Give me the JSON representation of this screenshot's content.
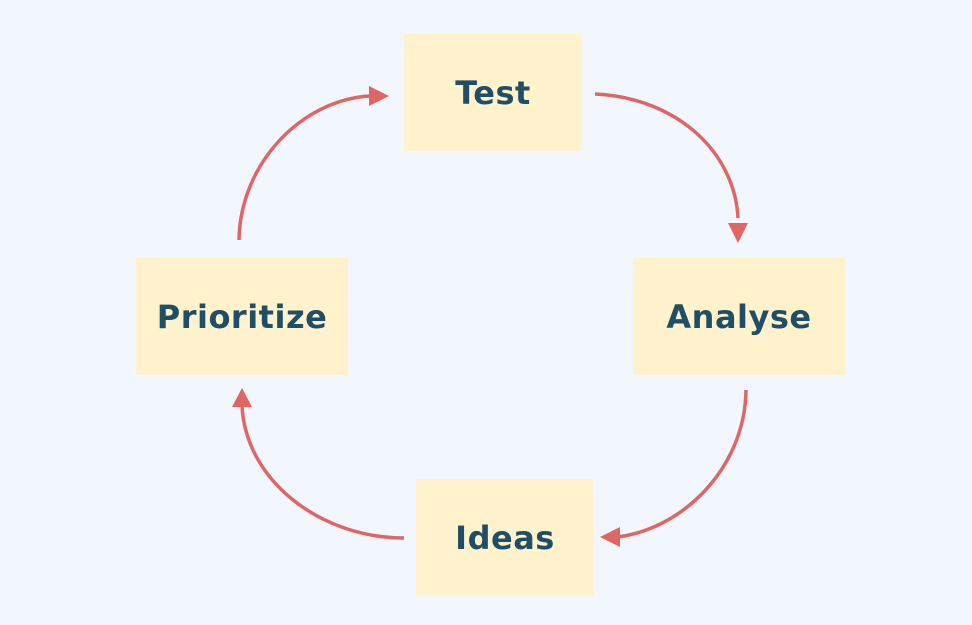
{
  "colors": {
    "background": "#f1f7fd",
    "box_fill": "#fff2cc",
    "text": "#1f4e66",
    "arrow": "#e06666"
  },
  "nodes": {
    "test": {
      "label": "Test"
    },
    "analyse": {
      "label": "Analyse"
    },
    "ideas": {
      "label": "Ideas"
    },
    "prioritize": {
      "label": "Prioritize"
    }
  },
  "edges": [
    {
      "from": "Test",
      "to": "Analyse"
    },
    {
      "from": "Analyse",
      "to": "Ideas"
    },
    {
      "from": "Ideas",
      "to": "Prioritize"
    },
    {
      "from": "Prioritize",
      "to": "Test"
    }
  ]
}
